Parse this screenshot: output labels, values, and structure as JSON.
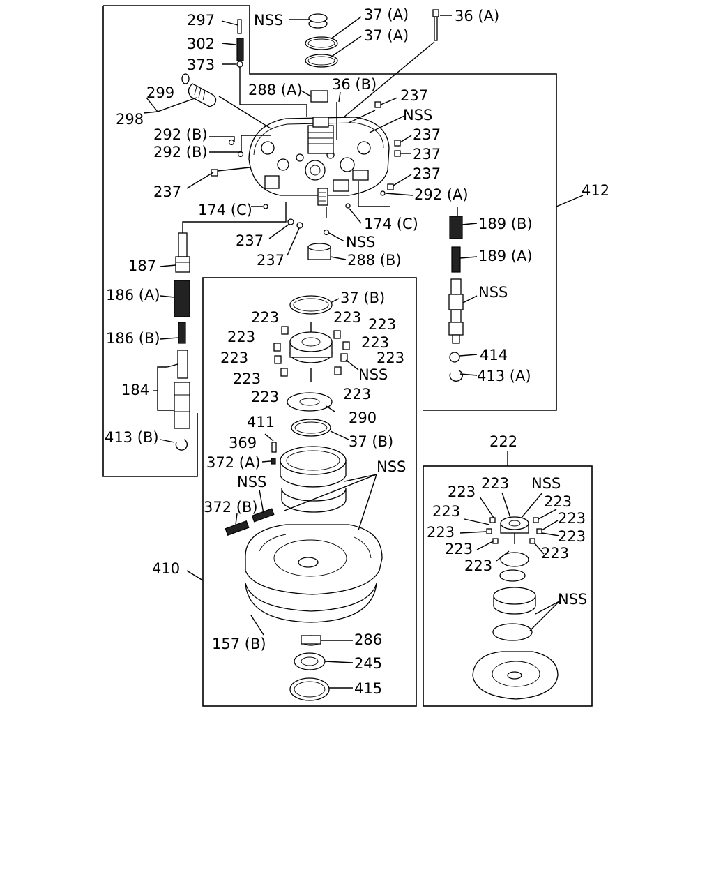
{
  "labels": {
    "l297": "297",
    "l302": "302",
    "l373": "373",
    "nss_top": "NSS",
    "l37a_1": "37 (A)",
    "l37a_2": "37 (A)",
    "l36a": "36 (A)",
    "l299": "299",
    "l298": "298",
    "l288a": "288 (A)",
    "l36b": "36 (B)",
    "l237_1": "237",
    "nss_pump": "NSS",
    "l292b_1": "292 (B)",
    "l292b_2": "292 (B)",
    "l237_2": "237",
    "l237_3": "237",
    "l237_4": "237",
    "l237_5": "237",
    "l292a": "292 (A)",
    "l412": "412",
    "l174c_1": "174 (C)",
    "l174c_2": "174 (C)",
    "l237_6": "237",
    "l237_7": "237",
    "nss_mid": "NSS",
    "l288b": "288 (B)",
    "l189b": "189 (B)",
    "l189a": "189 (A)",
    "nss_valve": "NSS",
    "l414": "414",
    "l413a": "413 (A)",
    "l187": "187",
    "l186a": "186 (A)",
    "l186b": "186 (B)",
    "l184": "184",
    "l413b": "413 (B)",
    "l37b_1": "37 (B)",
    "l223_a": "223",
    "l223_b": "223",
    "l223_c": "223",
    "l223_d": "223",
    "l223_e": "223",
    "l223_f": "223",
    "l223_g": "223",
    "l223_h": "223",
    "l223_i": "223",
    "l223_j": "223",
    "nss_rotor": "NSS",
    "l290": "290",
    "l411": "411",
    "l37b_2": "37 (B)",
    "l369": "369",
    "l372a": "372 (A)",
    "nss_cover": "NSS",
    "nss_spring": "NSS",
    "l372b": "372 (B)",
    "l410": "410",
    "l157b": "157 (B)",
    "l286": "286",
    "l245": "245",
    "l415": "415",
    "l222": "222",
    "r223_a": "223",
    "r223_b": "223",
    "r_nss_a": "NSS",
    "r223_c": "223",
    "r223_d": "223",
    "r223_e": "223",
    "r223_f": "223",
    "r223_g": "223",
    "r223_h": "223",
    "r223_i": "223",
    "r223_j": "223",
    "r_nss_b": "NSS"
  }
}
